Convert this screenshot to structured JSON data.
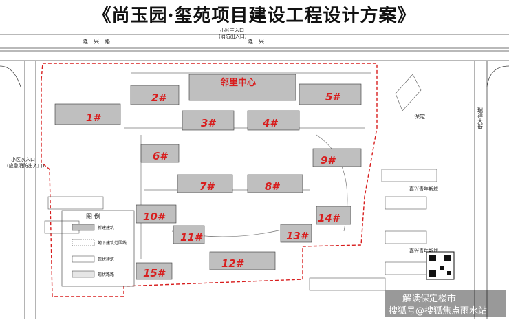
{
  "title": "《尚玉园·玺苑项目建设工程设计方案》",
  "road_top_left": "隆　兴　路",
  "road_top_right": "隆　兴",
  "road_right": "瑞祥大街",
  "main_entrance": "小区主入口",
  "main_entrance_note": "(消防出入口)",
  "side_entrance": "小区次入口",
  "side_entrance_note": "(应急消防出入口)",
  "club_label": "邻里中心",
  "legend_title": "图 例",
  "legend_items": [
    "新建建筑",
    "地下建筑范围线",
    "现状建筑",
    "现状路路"
  ],
  "north_label": "保定",
  "east_labels": [
    "嘉兴青年新城",
    "嘉兴青年新城"
  ],
  "buildings": [
    {
      "label": "1#"
    },
    {
      "label": "2#"
    },
    {
      "label": "3#"
    },
    {
      "label": "4#"
    },
    {
      "label": "5#"
    },
    {
      "label": "6#"
    },
    {
      "label": "7#"
    },
    {
      "label": "8#"
    },
    {
      "label": "9#"
    },
    {
      "label": "10#"
    },
    {
      "label": "11#"
    },
    {
      "label": "12#"
    },
    {
      "label": "13#"
    },
    {
      "label": "14#"
    },
    {
      "label": "15#"
    }
  ],
  "watermark_top": "解读保定楼市",
  "watermark_bottom": "搜狐号@搜狐焦点雨水站",
  "colors": {
    "boundary": "#d81e1e",
    "building_fill": "#bfbfbf",
    "label": "#d81e1e"
  }
}
